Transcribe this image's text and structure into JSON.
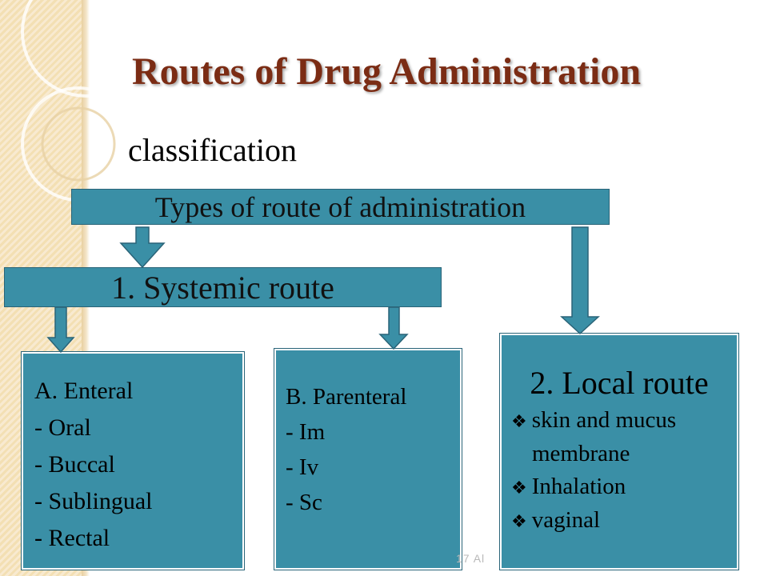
{
  "slide": {
    "title": "Routes of Drug Administration",
    "subtitle": "classification"
  },
  "diagram": {
    "root": "Types of route of administration",
    "systemic": "1. Systemic route",
    "enteral": {
      "heading": "A. Enteral",
      "items": [
        "-  Oral",
        "-  Buccal",
        "-  Sublingual",
        "-  Rectal"
      ]
    },
    "parenteral": {
      "heading": "B. Parenteral",
      "items": [
        "-  Im",
        "-  Iv",
        "-  Sc"
      ]
    },
    "local": {
      "heading": "2. Local route",
      "items": [
        "skin and mucus",
        "membrane",
        "Inhalation",
        "vaginal"
      ]
    }
  },
  "footer": {
    "text": "17   Al"
  },
  "colors": {
    "title": "#7b2c14",
    "box_fill": "#3a8fa6",
    "box_border": "#2a6478",
    "background_strip": "#f3dfb3"
  },
  "icons": {
    "bullet": "diamond-bullet-icon",
    "arrow": "down-arrow-icon"
  }
}
